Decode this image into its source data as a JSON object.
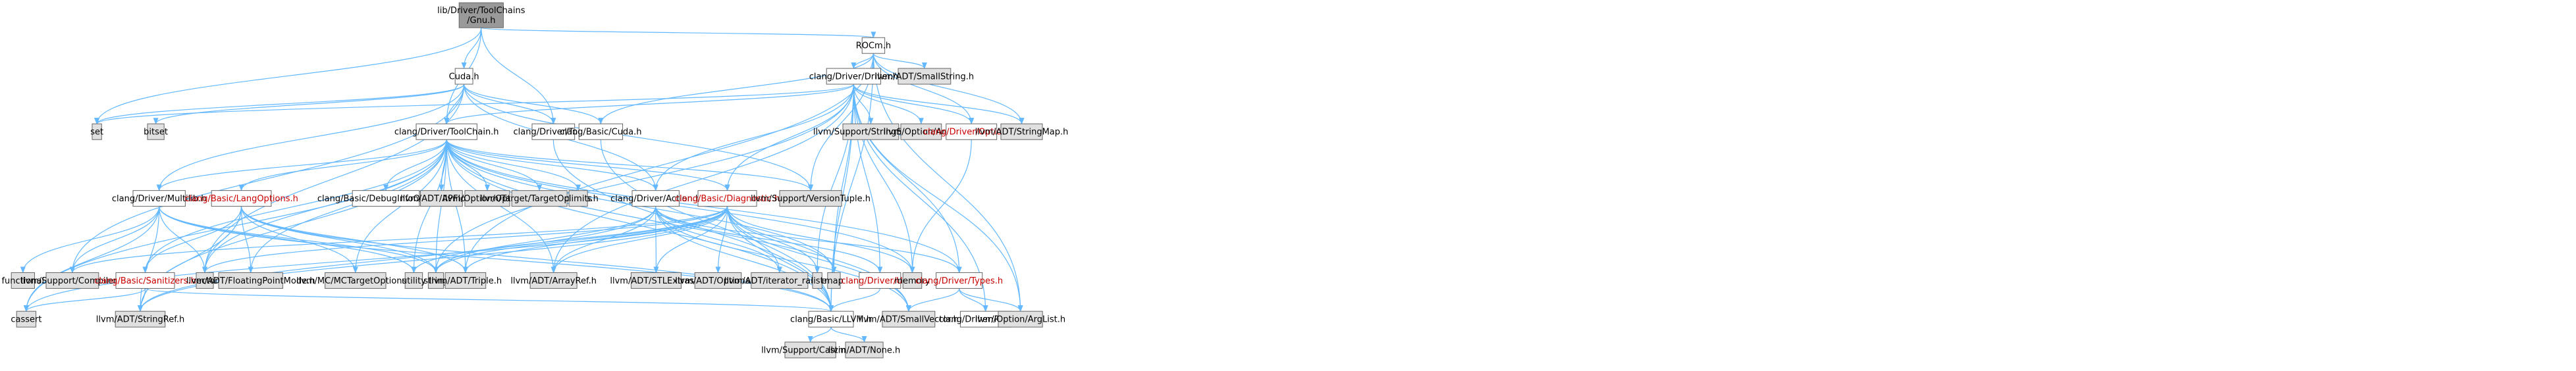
{
  "graph": {
    "title": "lib/Driver/ToolChains/Gnu.h",
    "colors": {
      "root_fill": "#999999",
      "documented_fill": "#ffffff",
      "external_fill": "#e0e0e0",
      "border": "#666666",
      "edge": "#63b8ff",
      "red_text": "#cc0000"
    },
    "nodes": [
      {
        "id": "gnu",
        "lines": [
          "lib/Driver/ToolChains",
          "/Gnu.h"
        ],
        "style": "root"
      },
      {
        "id": "rocm",
        "lines": [
          "ROCm.h"
        ],
        "style": "doc"
      },
      {
        "id": "cuda",
        "lines": [
          "Cuda.h"
        ],
        "style": "doc"
      },
      {
        "id": "toolchain",
        "lines": [
          "clang/Driver/ToolChain.h"
        ],
        "style": "doc"
      },
      {
        "id": "tool",
        "lines": [
          "clang/Driver/Tool.h"
        ],
        "style": "doc"
      },
      {
        "id": "driver",
        "lines": [
          "clang/Driver/Driver.h"
        ],
        "style": "doc"
      },
      {
        "id": "basiccuda",
        "lines": [
          "clang/Basic/Cuda.h"
        ],
        "style": "doc"
      },
      {
        "id": "smallstring",
        "lines": [
          "llvm/ADT/SmallString.h"
        ],
        "style": "ext"
      },
      {
        "id": "set",
        "lines": [
          "set"
        ],
        "style": "ext"
      },
      {
        "id": "bitset",
        "lines": [
          "bitset"
        ],
        "style": "ext"
      },
      {
        "id": "multilib",
        "lines": [
          "clang/Driver/Multilib.h"
        ],
        "style": "doc"
      },
      {
        "id": "langoptions",
        "lines": [
          "clang/Basic/LangOptions.h"
        ],
        "style": "red"
      },
      {
        "id": "debuginfo",
        "lines": [
          "clang/Basic/DebugInfoOptions.h"
        ],
        "style": "doc"
      },
      {
        "id": "apfloat",
        "lines": [
          "llvm/ADT/APFloat.h"
        ],
        "style": "ext"
      },
      {
        "id": "optoption",
        "lines": [
          "llvm/Option/Option.h"
        ],
        "style": "ext"
      },
      {
        "id": "targetoptions",
        "lines": [
          "llvm/Target/TargetOptions.h"
        ],
        "style": "ext"
      },
      {
        "id": "climits",
        "lines": [
          "climits"
        ],
        "style": "ext"
      },
      {
        "id": "action",
        "lines": [
          "clang/Driver/Action.h"
        ],
        "style": "doc"
      },
      {
        "id": "diagnostic",
        "lines": [
          "clang/Basic/Diagnostic.h"
        ],
        "style": "red"
      },
      {
        "id": "versiontuple",
        "lines": [
          "llvm/Support/VersionTuple.h"
        ],
        "style": "ext"
      },
      {
        "id": "stringsaver",
        "lines": [
          "llvm/Support/StringSaver.h"
        ],
        "style": "ext"
      },
      {
        "id": "optarg",
        "lines": [
          "llvm/Option/Arg.h"
        ],
        "style": "ext"
      },
      {
        "id": "options",
        "lines": [
          "clang/Driver/Options.h"
        ],
        "style": "red"
      },
      {
        "id": "stringmap",
        "lines": [
          "llvm/ADT/StringMap.h"
        ],
        "style": "ext"
      },
      {
        "id": "functional",
        "lines": [
          "functional"
        ],
        "style": "ext"
      },
      {
        "id": "compiler",
        "lines": [
          "llvm/Support/Compiler.h"
        ],
        "style": "ext"
      },
      {
        "id": "sanitizers",
        "lines": [
          "clang/Basic/Sanitizers.h"
        ],
        "style": "red"
      },
      {
        "id": "vector",
        "lines": [
          "vector"
        ],
        "style": "ext"
      },
      {
        "id": "floatingpointmode",
        "lines": [
          "llvm/ADT/FloatingPointMode.h"
        ],
        "style": "ext"
      },
      {
        "id": "mctargetoptions",
        "lines": [
          "llvm/MC/MCTargetOptions.h"
        ],
        "style": "ext"
      },
      {
        "id": "utility",
        "lines": [
          "utility"
        ],
        "style": "ext"
      },
      {
        "id": "string",
        "lines": [
          "string"
        ],
        "style": "ext"
      },
      {
        "id": "triple",
        "lines": [
          "llvm/ADT/Triple.h"
        ],
        "style": "ext"
      },
      {
        "id": "arrayref",
        "lines": [
          "llvm/ADT/ArrayRef.h"
        ],
        "style": "ext"
      },
      {
        "id": "stlextras",
        "lines": [
          "llvm/ADT/STLExtras.h"
        ],
        "style": "ext"
      },
      {
        "id": "optional",
        "lines": [
          "llvm/ADT/Optional.h"
        ],
        "style": "ext"
      },
      {
        "id": "iteratorrange",
        "lines": [
          "llvm/ADT/iterator_range.h"
        ],
        "style": "ext"
      },
      {
        "id": "list",
        "lines": [
          "list"
        ],
        "style": "ext"
      },
      {
        "id": "map",
        "lines": [
          "map"
        ],
        "style": "ext"
      },
      {
        "id": "util",
        "lines": [
          "clang/Driver/Util.h"
        ],
        "style": "red"
      },
      {
        "id": "memory",
        "lines": [
          "memory"
        ],
        "style": "ext"
      },
      {
        "id": "types",
        "lines": [
          "clang/Driver/Types.h"
        ],
        "style": "red"
      },
      {
        "id": "cassert",
        "lines": [
          "cassert"
        ],
        "style": "ext"
      },
      {
        "id": "stringref",
        "lines": [
          "llvm/ADT/StringRef.h"
        ],
        "style": "ext"
      },
      {
        "id": "llvm",
        "lines": [
          "clang/Basic/LLVM.h"
        ],
        "style": "doc"
      },
      {
        "id": "smallvector",
        "lines": [
          "llvm/ADT/SmallVector.h"
        ],
        "style": "ext"
      },
      {
        "id": "phases",
        "lines": [
          "clang/Driver/Phases.h"
        ],
        "style": "doc"
      },
      {
        "id": "arglist",
        "lines": [
          "llvm/Option/ArgList.h"
        ],
        "style": "ext"
      },
      {
        "id": "casting",
        "lines": [
          "llvm/Support/Casting.h"
        ],
        "style": "ext"
      },
      {
        "id": "none",
        "lines": [
          "llvm/ADT/None.h"
        ],
        "style": "ext"
      }
    ],
    "edges": [
      [
        "gnu",
        "rocm"
      ],
      [
        "gnu",
        "cuda"
      ],
      [
        "gnu",
        "toolchain"
      ],
      [
        "gnu",
        "tool"
      ],
      [
        "gnu",
        "set"
      ],
      [
        "rocm",
        "driver"
      ],
      [
        "rocm",
        "smallstring"
      ],
      [
        "rocm",
        "basiccuda"
      ],
      [
        "rocm",
        "options"
      ],
      [
        "rocm",
        "stringmap"
      ],
      [
        "rocm",
        "versiontuple"
      ],
      [
        "rocm",
        "arglist"
      ],
      [
        "rocm",
        "llvm"
      ],
      [
        "rocm",
        "triple"
      ],
      [
        "cuda",
        "toolchain"
      ],
      [
        "cuda",
        "tool"
      ],
      [
        "cuda",
        "basiccuda"
      ],
      [
        "cuda",
        "action"
      ],
      [
        "cuda",
        "multilib"
      ],
      [
        "cuda",
        "bitset"
      ],
      [
        "cuda",
        "set"
      ],
      [
        "cuda",
        "compiler"
      ],
      [
        "cuda",
        "versiontuple"
      ],
      [
        "cuda",
        "vector"
      ],
      [
        "driver",
        "toolchain"
      ],
      [
        "driver",
        "diagnostic"
      ],
      [
        "driver",
        "action"
      ],
      [
        "driver",
        "options"
      ],
      [
        "driver",
        "stringsaver"
      ],
      [
        "driver",
        "optarg"
      ],
      [
        "driver",
        "stringmap"
      ],
      [
        "driver",
        "types"
      ],
      [
        "driver",
        "phases"
      ],
      [
        "driver",
        "util"
      ],
      [
        "driver",
        "llvm"
      ],
      [
        "driver",
        "arglist"
      ],
      [
        "driver",
        "list"
      ],
      [
        "driver",
        "map"
      ],
      [
        "driver",
        "string"
      ],
      [
        "driver",
        "memory"
      ],
      [
        "driver",
        "set"
      ],
      [
        "driver",
        "arrayref"
      ],
      [
        "toolchain",
        "multilib"
      ],
      [
        "toolchain",
        "langoptions"
      ],
      [
        "toolchain",
        "debuginfo"
      ],
      [
        "toolchain",
        "apfloat"
      ],
      [
        "toolchain",
        "optoption"
      ],
      [
        "toolchain",
        "targetoptions"
      ],
      [
        "toolchain",
        "climits"
      ],
      [
        "toolchain",
        "action"
      ],
      [
        "toolchain",
        "diagnostic"
      ],
      [
        "toolchain",
        "versiontuple"
      ],
      [
        "toolchain",
        "types"
      ],
      [
        "toolchain",
        "sanitizers"
      ],
      [
        "toolchain",
        "llvm"
      ],
      [
        "toolchain",
        "arrayref"
      ],
      [
        "toolchain",
        "floatingpointmode"
      ],
      [
        "toolchain",
        "mctargetoptions"
      ],
      [
        "toolchain",
        "smallvector"
      ],
      [
        "toolchain",
        "stringref"
      ],
      [
        "toolchain",
        "triple"
      ],
      [
        "toolchain",
        "cassert"
      ],
      [
        "toolchain",
        "memory"
      ],
      [
        "toolchain",
        "string"
      ],
      [
        "toolchain",
        "utility"
      ],
      [
        "toolchain",
        "vector"
      ],
      [
        "toolchain",
        "map"
      ],
      [
        "tool",
        "llvm"
      ],
      [
        "basiccuda",
        "llvm"
      ],
      [
        "multilib",
        "llvm"
      ],
      [
        "multilib",
        "compiler"
      ],
      [
        "multilib",
        "cassert"
      ],
      [
        "multilib",
        "functional"
      ],
      [
        "multilib",
        "string"
      ],
      [
        "multilib",
        "utility"
      ],
      [
        "multilib",
        "vector"
      ],
      [
        "multilib",
        "stringref"
      ],
      [
        "langoptions",
        "sanitizers"
      ],
      [
        "langoptions",
        "llvm"
      ],
      [
        "langoptions",
        "floatingpointmode"
      ],
      [
        "langoptions",
        "stringref"
      ],
      [
        "langoptions",
        "triple"
      ],
      [
        "langoptions",
        "mctargetoptions"
      ],
      [
        "langoptions",
        "string"
      ],
      [
        "langoptions",
        "vector"
      ],
      [
        "sanitizers",
        "llvm"
      ],
      [
        "sanitizers",
        "cassert"
      ],
      [
        "sanitizers",
        "stringref"
      ],
      [
        "action",
        "llvm"
      ],
      [
        "action",
        "types"
      ],
      [
        "action",
        "util"
      ],
      [
        "action",
        "smallvector"
      ],
      [
        "action",
        "stringref"
      ],
      [
        "action",
        "iteratorrange"
      ],
      [
        "action",
        "string"
      ],
      [
        "action",
        "stlextras"
      ],
      [
        "action",
        "arrayref"
      ],
      [
        "diagnostic",
        "llvm"
      ],
      [
        "diagnostic",
        "arrayref"
      ],
      [
        "diagnostic",
        "stlextras"
      ],
      [
        "diagnostic",
        "optional"
      ],
      [
        "diagnostic",
        "iteratorrange"
      ],
      [
        "diagnostic",
        "smallvector"
      ],
      [
        "diagnostic",
        "stringref"
      ],
      [
        "diagnostic",
        "compiler"
      ],
      [
        "diagnostic",
        "cassert"
      ],
      [
        "diagnostic",
        "list"
      ],
      [
        "diagnostic",
        "map"
      ],
      [
        "diagnostic",
        "memory"
      ],
      [
        "diagnostic",
        "string"
      ],
      [
        "diagnostic",
        "utility"
      ],
      [
        "diagnostic",
        "vector"
      ],
      [
        "diagnostic",
        "triple"
      ],
      [
        "util",
        "llvm"
      ],
      [
        "types",
        "phases"
      ],
      [
        "types",
        "smallvector"
      ],
      [
        "types",
        "arglist"
      ],
      [
        "options",
        "memory"
      ],
      [
        "llvm",
        "casting"
      ],
      [
        "llvm",
        "none"
      ]
    ]
  }
}
